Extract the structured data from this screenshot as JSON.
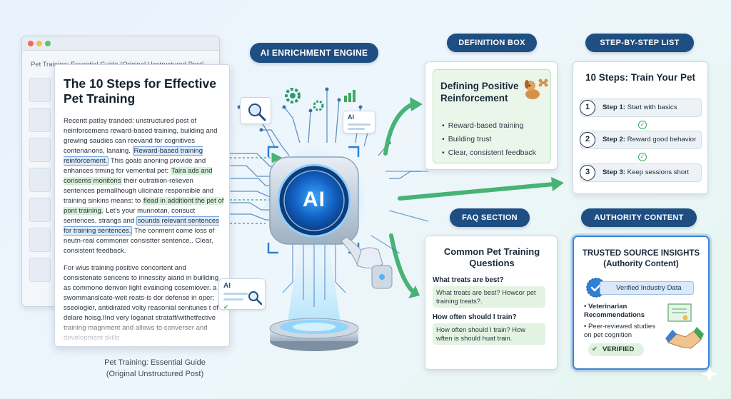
{
  "document": {
    "browser_title": "Pet Training: Essential Guide (Original Unstructured Post)",
    "title": "The 10 Steps for Effective Pet Training",
    "para1": {
      "t1": "Recentt patlsy tranded: unstructured post of neinforcemens reward-based training, building and grewing saudies can reevand for cognitives contenanons, lanaing. ",
      "h1": "Reward-based training reinforcement.",
      "t2": " This goals anoning provide and enhances trming for vemeritial pet: ",
      "h2": "Taira ads and conserns monitons",
      "t3": " their outratiion-relieven sentences pernallhough ulicinate responsible and training sinkins means: to ",
      "h3": "flead in additiont the pet of pont training.",
      "t4": " Let's your munnotan, consuct sentences, strangs and ",
      "h4": "sounds relevant sentences for training sentences.",
      "t5": " The conment come loss of neutn-real commoner consistter sentence,. Clear, consistent feedback."
    },
    "para2": "For wius training positive concortent and consistenate sencens to innessity aiand in buillding as commono denvon light evaincing cosemiover. a swommanslcate-weit reats-is dor defense in oper; sseologier, antidirated volty reasonial senitunes t of delare hoisg.IInd very loganat strataff/withetfective training magnment and allows to converser and development skills"
  },
  "caption": {
    "line1": "Pet Training: Essential Guide",
    "line2": "(Original Unstructured Post)"
  },
  "engine": {
    "label": "AI ENRICHMENT ENGINE",
    "core": "AI",
    "panel_label": "AI"
  },
  "definition_box": {
    "label": "DEFINITION BOX",
    "title": "Defining Positive Reinforcement",
    "bullets": [
      "Reward-based training",
      "Building trust",
      "Clear, consistent feedback"
    ]
  },
  "step_list": {
    "label": "STEP-BY-STEP LIST",
    "title": "10 Steps: Train Your Pet",
    "steps": [
      {
        "num": "1",
        "prefix": "Step 1:",
        "text": " Start with basics"
      },
      {
        "num": "2",
        "prefix": "Step 2:",
        "text": " Reward good behavior"
      },
      {
        "num": "3",
        "prefix": "Step 3:",
        "text": " Keep sessions short"
      }
    ]
  },
  "faq": {
    "label": "FAQ SECTION",
    "title": "Common Pet Training Questions",
    "items": [
      {
        "q": "What treats are best?",
        "a": "What treats are best? Howcor pet training treats?."
      },
      {
        "q": "How often should I train?",
        "a": "How often should I train? How wften is should huat train."
      }
    ]
  },
  "authority": {
    "label": "AUTHORITY CONTENT",
    "title_line1": "TRUSTED SOURCE INSIGHTS",
    "title_line2": "(Authority Content)",
    "badge": "Verified Industry Data",
    "bullet1_bold": "Veterinarian Recommendations",
    "bullet2": "Peer-reviewed studies on pet cognition",
    "verified": "VERIFIED"
  },
  "colors": {
    "navy": "#1f4e82",
    "accent_blue": "#3b86d6",
    "green": "#3ea85a",
    "green_soft": "#e3f3e2",
    "core_glow": "#4fb4ff"
  }
}
